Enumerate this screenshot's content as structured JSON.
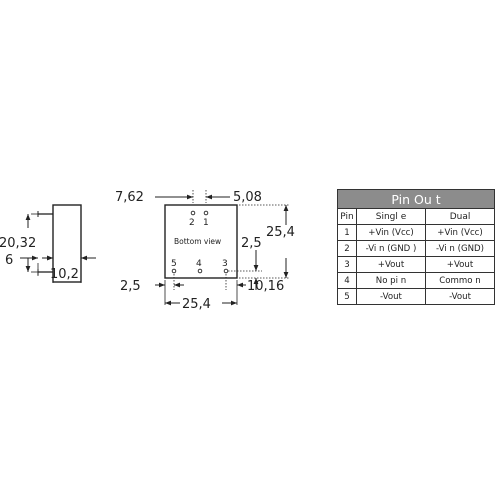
{
  "side_view": {
    "height_dim": "20,32",
    "width_dim": "10,2",
    "pin_length_dim": "6"
  },
  "bottom_view": {
    "label": "Bottom view",
    "pins_top": [
      "2",
      "1"
    ],
    "pins_bottom": [
      "5",
      "4",
      "3"
    ],
    "dim_left_offset": "7,62",
    "dim_pin_spacing_top": "5,08",
    "dim_height": "25,4",
    "dim_pin_row_offset": "2,5",
    "dim_right_offset": "10,16",
    "dim_left_margin": "2,5",
    "dim_width": "25,4"
  },
  "pin_table": {
    "title": "Pin Ou t",
    "headers": [
      "Pin",
      "Singl e",
      "Dual"
    ],
    "rows": [
      [
        "1",
        "+Vin (Vcc)",
        "+Vin (Vcc)"
      ],
      [
        "2",
        "-Vi n (GND  )",
        "-Vi n (GND)"
      ],
      [
        "3",
        "+Vout",
        "+Vout"
      ],
      [
        "4",
        "No pi n",
        "Commo  n"
      ],
      [
        "5",
        "-Vout",
        "-Vout"
      ]
    ]
  }
}
